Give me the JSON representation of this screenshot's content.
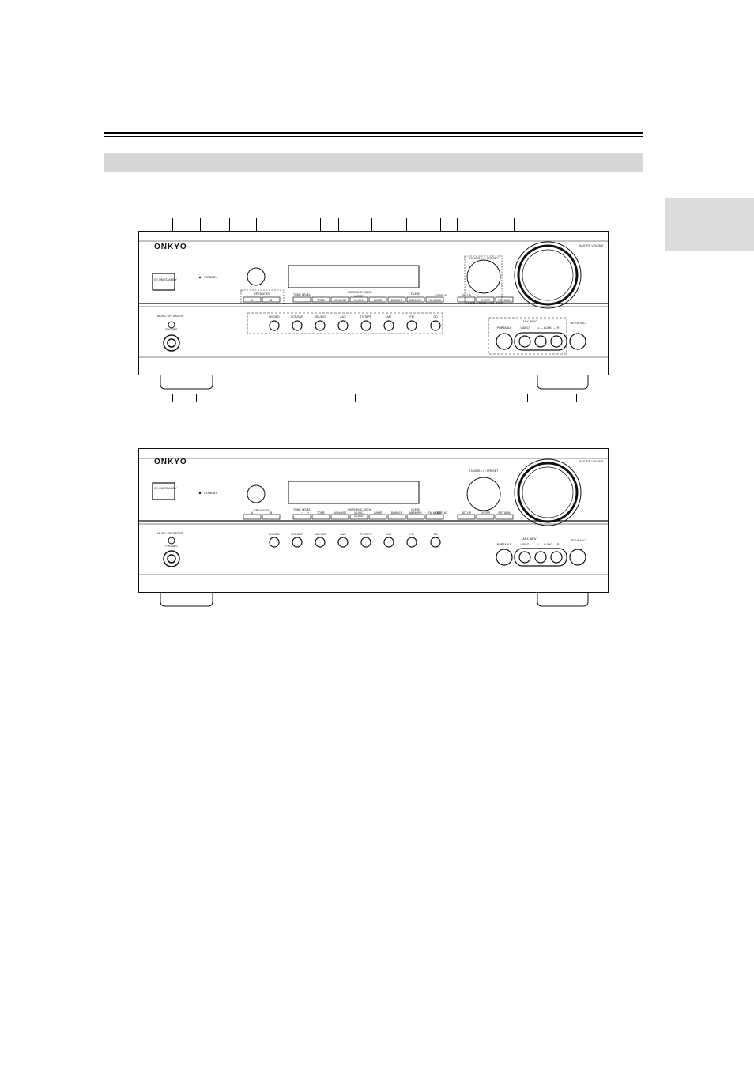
{
  "brand": "ONKYO",
  "upper_panel": {
    "power_button": "ON/STANDBY",
    "power_symbol": "I/⏻",
    "standby_indicator": "STANDBY",
    "speakers_group": "SPEAKERS",
    "speakers_a": "A",
    "speakers_b": "B",
    "tone_level_group": "TONE LEVEL",
    "tone_level_minus": "−",
    "tone_level_plus": "+",
    "tone": "TONE",
    "listening_mode_group": "LISTENING MODE",
    "mode_stereo": "MONO/ST",
    "mode_music": "MUSIC",
    "mode_movie": "MOVIE",
    "mode_game": "GAME",
    "mode_dimmer": "DIMMER",
    "clear_group": "CLEAR",
    "memory": "MEMORY",
    "fm_mode": "FM MODE",
    "display": "DISPLAY",
    "tuning_preset": "TUNING ↓ / ↑ PRESET",
    "setup": "SETUP",
    "enter": "ENTER",
    "return": "RETURN",
    "master_volume": "MASTER VOLUME",
    "music_optimizer": "MUSIC OPTIMIZER",
    "phones": "PHONES",
    "inputs": [
      "DVD/BD",
      "VCR/DVR",
      "CBL/SAT",
      "AUX",
      "TV/TAPE",
      "AM",
      "FM",
      "CD"
    ],
    "aux_input_group": "AUX INPUT",
    "portable": "PORTABLE",
    "video": "VIDEO",
    "audio_lr": "L — AUDIO — R",
    "setup_mic": "SETUP MIC"
  },
  "lower_panel": {
    "power_button": "ON/STANDBY",
    "power_symbol": "I/⏻",
    "standby_indicator": "STANDBY",
    "speakers_group": "SPEAKERS",
    "speakers_a": "A",
    "speakers_b": "B",
    "tone_level_group": "TONE LEVEL",
    "tone_level_minus": "−",
    "tone_level_plus": "+",
    "tone": "TONE",
    "listening_mode_group": "LISTENING MODE",
    "mode_stereo": "MONO/ST",
    "mode_music": "MUSIC",
    "mode_movie": "MOVIE",
    "mode_game": "GAME",
    "mode_dimmer": "DIMMER",
    "clear_group": "CLEAR",
    "memory": "MEMORY",
    "fm_mode": "FM MODE",
    "display": "DISPLAY",
    "tuning_preset": "TUNING ↓ / ↑ PRESET",
    "setup": "SETUP",
    "enter": "ENTER",
    "return": "RETURN",
    "master_volume": "MASTER VOLUME",
    "music_optimizer": "MUSIC OPTIMIZER",
    "phones": "PHONES",
    "inputs": [
      "DVD/BD",
      "VCR/DVR",
      "CBL/SAT",
      "AUX",
      "TV/TAPE",
      "AM",
      "FM",
      "CD"
    ],
    "aux_input_group": "AUX INPUT",
    "portable": "PORTABLE",
    "video": "VIDEO",
    "audio_lr": "L — AUDIO — R",
    "setup_mic": "SETUP MIC"
  }
}
